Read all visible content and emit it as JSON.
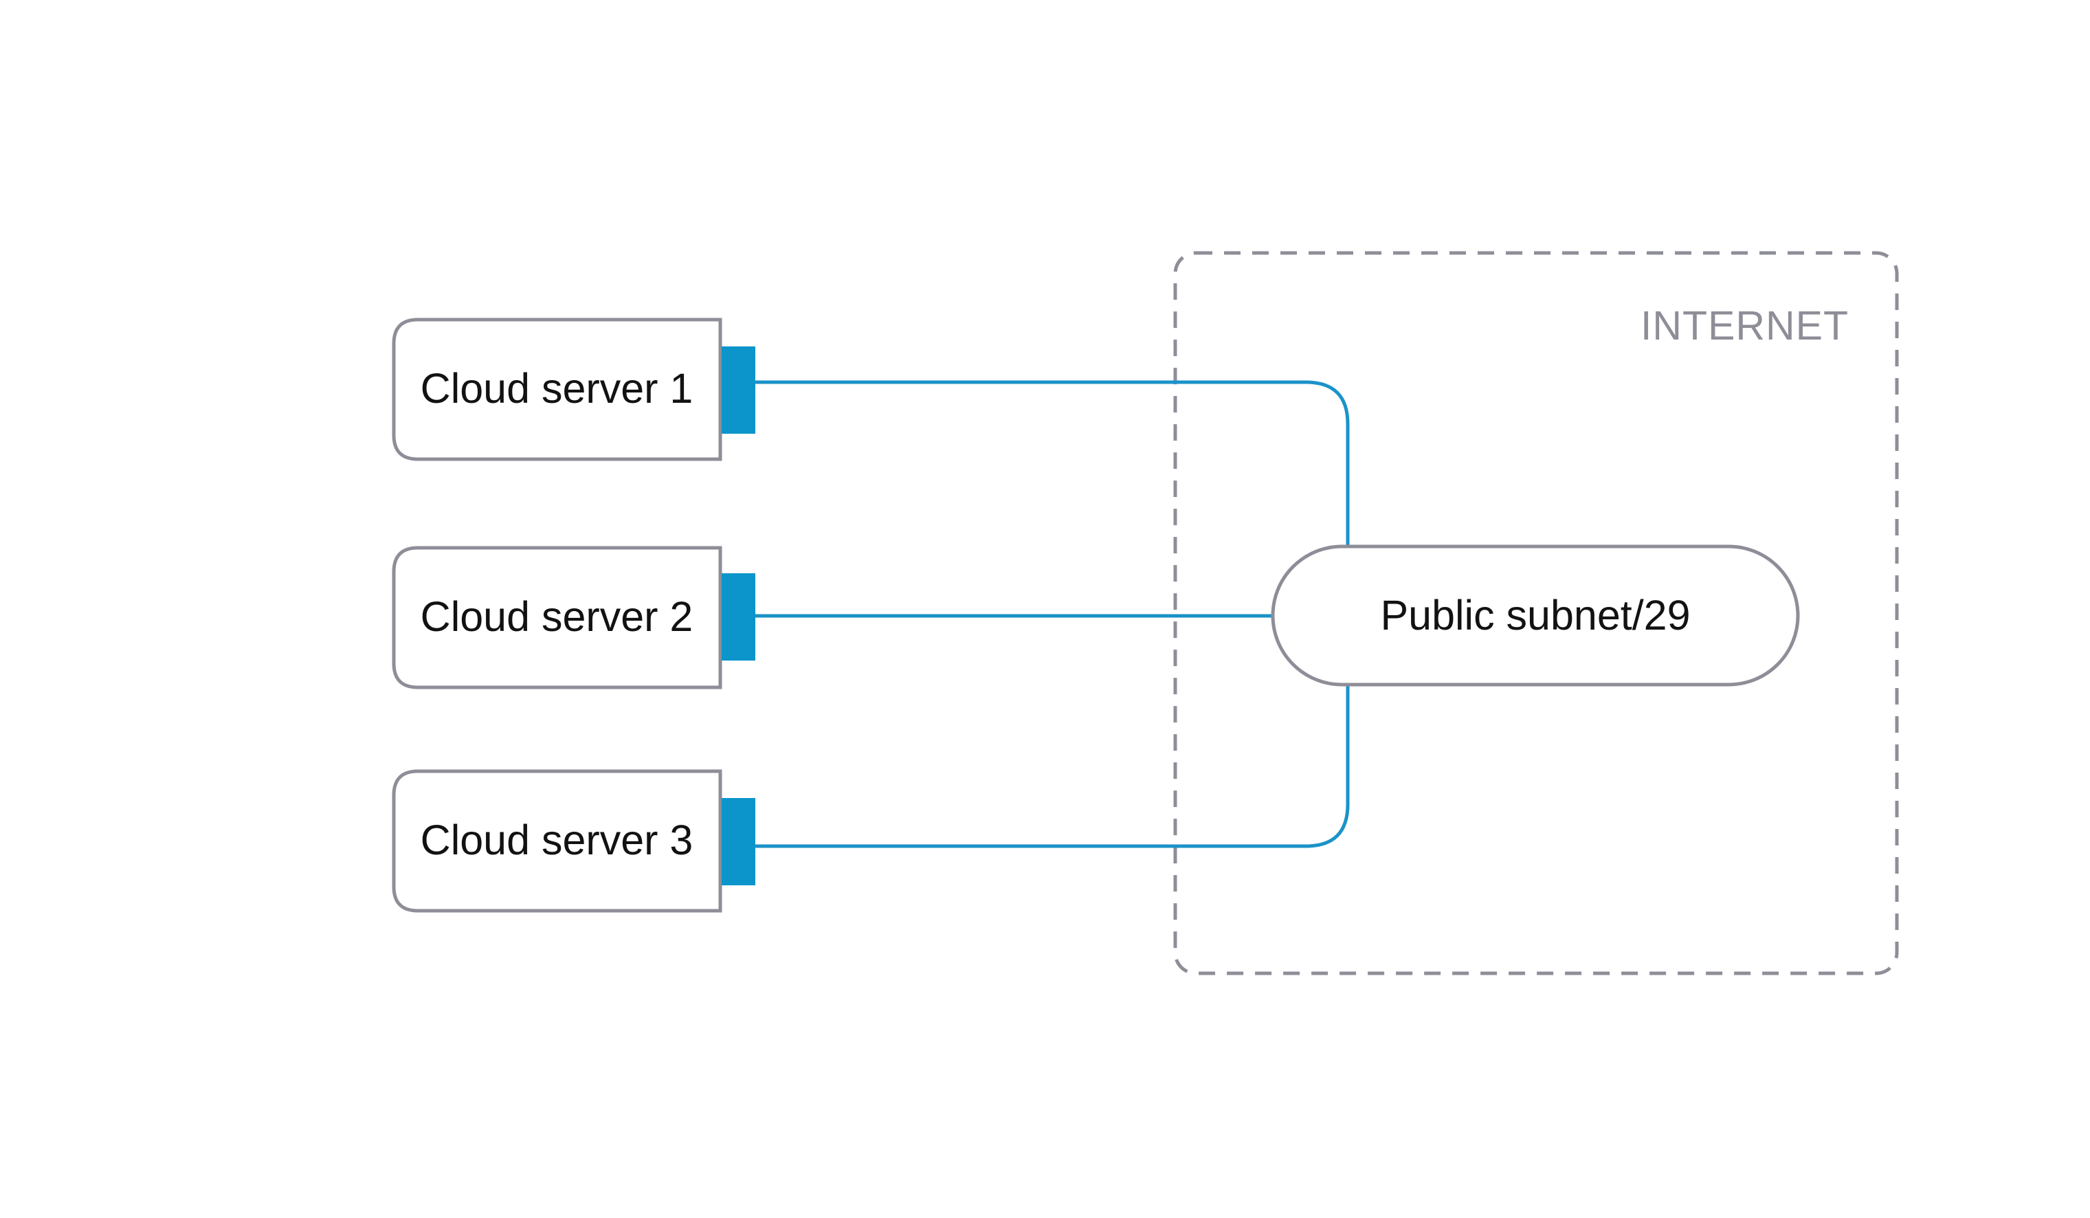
{
  "diagram": {
    "zone": {
      "label": "INTERNET"
    },
    "subnet": {
      "label": "Public subnet/29"
    },
    "servers": [
      {
        "label": "Cloud server 1"
      },
      {
        "label": "Cloud server 2"
      },
      {
        "label": "Cloud server 3"
      }
    ],
    "colors": {
      "link": "#1a93c8",
      "port": "#0b95cb",
      "outline": "#8e8e98",
      "text": "#121212"
    }
  }
}
